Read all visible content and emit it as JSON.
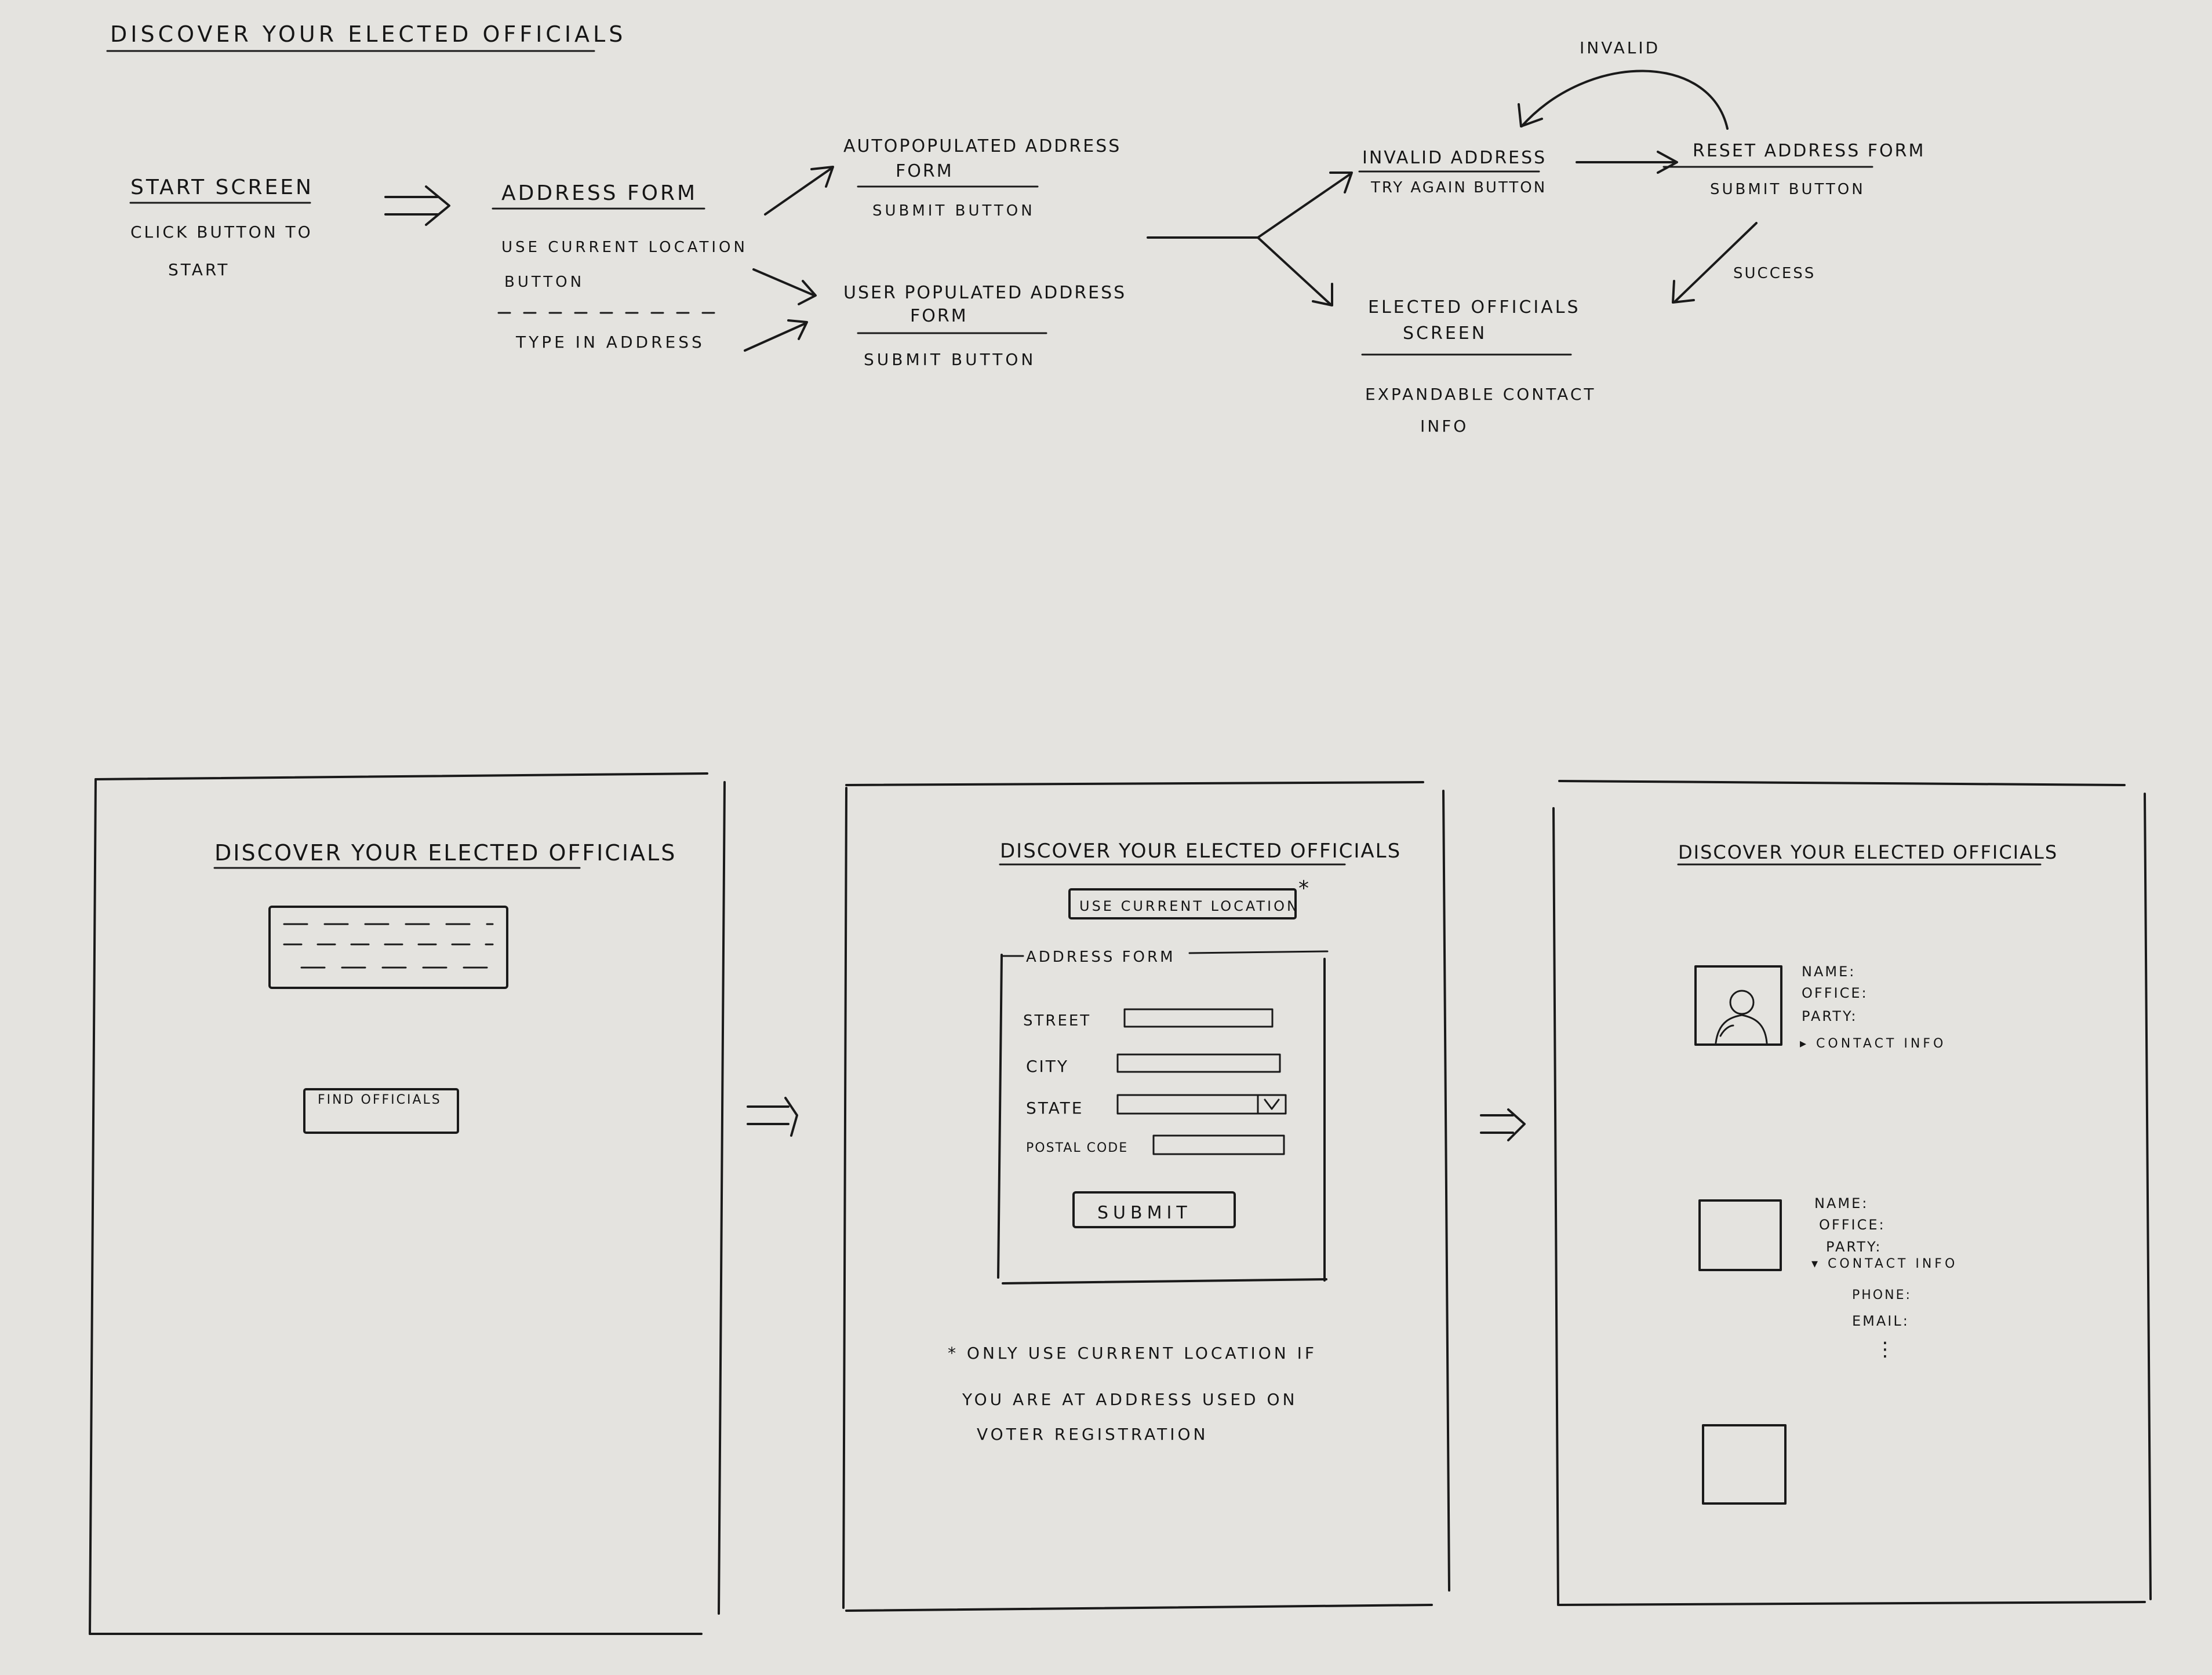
{
  "sheet_title": "Discover Your Elected Officials",
  "flow": {
    "start": {
      "title": "Start Screen",
      "line1": "Click Button to",
      "line2": "Start"
    },
    "address_form": {
      "title": "Address Form",
      "opt1_line1": "Use Current Location",
      "opt1_line2": "Button",
      "opt2": "Type in Address"
    },
    "autopopulated": {
      "title_line1": "Autopopulated Address",
      "title_line2": "Form",
      "sub": "Submit Button"
    },
    "user_populated": {
      "title_line1": "User Populated Address",
      "title_line2": "Form",
      "sub": "Submit Button"
    },
    "invalid": {
      "title": "Invalid Address",
      "sub": "Try Again Button"
    },
    "reset": {
      "title": "Reset Address Form",
      "sub": "Submit Button"
    },
    "officials": {
      "title_line1": "Elected Officials",
      "title_line2": "Screen",
      "sub_line1": "Expandable Contact",
      "sub_line2": "Info"
    },
    "invalid_label": "Invalid",
    "success_label": "Success"
  },
  "screen1": {
    "title": "Discover Your Elected Officials",
    "button": "Find Officials"
  },
  "screen2": {
    "title": "Discover Your Elected Officials",
    "location_button": "Use Current Location",
    "asterisk": "*",
    "form_legend": "Address Form",
    "fields": [
      {
        "label": "Street"
      },
      {
        "label": "City"
      },
      {
        "label": "State"
      },
      {
        "label": "Postal Code"
      }
    ],
    "submit": "Submit",
    "note_line1": "* Only use current location if",
    "note_line2": "you are at address used on",
    "note_line3": "voter registration"
  },
  "screen3": {
    "title": "Discover Your Elected Officials",
    "card1": {
      "name": "Name:",
      "office": "Office:",
      "party": "Party:",
      "contact": "▸ Contact Info"
    },
    "card2": {
      "name": "Name:",
      "office": "Office:",
      "party": "Party:",
      "contact": "▾ Contact Info",
      "phone": "Phone:",
      "email": "Email:",
      "more": "⋮"
    }
  },
  "between_arrow": "=>",
  "icons": {
    "photo": "person-photo-icon",
    "dropdown": "chevron-down-icon"
  }
}
